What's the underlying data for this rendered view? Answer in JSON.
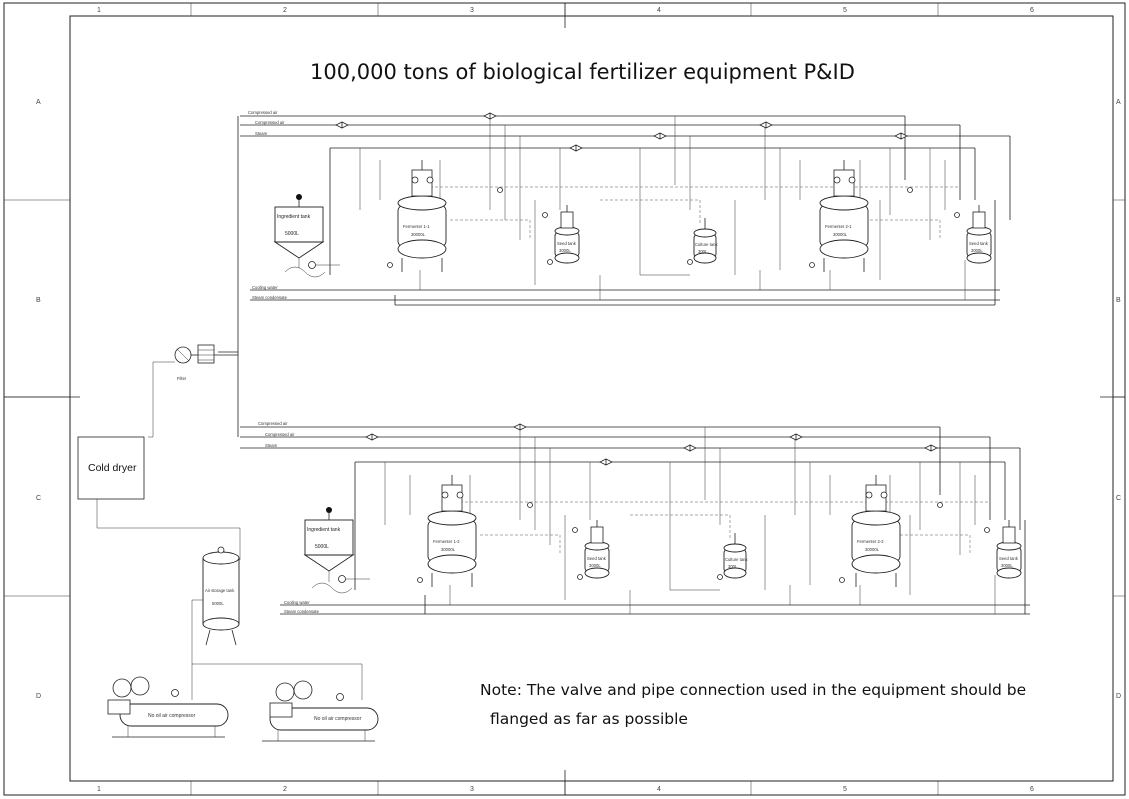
{
  "title": "100,000 tons of biological fertilizer equipment P&ID",
  "note_line1": "Note: The valve and pipe connection used in the equipment should be",
  "note_line2": "flanged as far as possible",
  "grid_columns": [
    "1",
    "2",
    "3",
    "4",
    "5",
    "6"
  ],
  "grid_rows": [
    "A",
    "B",
    "C",
    "D"
  ],
  "cold_dryer": "Cold dryer",
  "filter": "Filter",
  "air_storage_tank": {
    "name": "Air storage tank",
    "volume": "5000L"
  },
  "compressor_1": "No oil air compressor",
  "compressor_2": "No oil air compressor",
  "upper_line": {
    "ingredient_tank": {
      "name": "Ingredient tank",
      "volume": "5000L"
    },
    "header_labels": [
      "Compressed air",
      "Compressed air",
      "Steam"
    ],
    "bottom_labels": [
      "Cooling water",
      "Steam condensate"
    ],
    "vessels": [
      {
        "id": "fermenter-1-1",
        "name": "Fermenter 1-1",
        "volume": "30000L"
      },
      {
        "id": "seed-1-1",
        "name": "Seed tank",
        "volume": "3000L"
      },
      {
        "id": "mother-1-1",
        "name": "Culture tank",
        "volume": "300L"
      },
      {
        "id": "fermenter-2-1",
        "name": "Fermenter 2-1",
        "volume": "30000L"
      },
      {
        "id": "seed-2-1",
        "name": "Seed tank",
        "volume": "3000L"
      }
    ]
  },
  "lower_line": {
    "ingredient_tank": {
      "name": "Ingredient tank",
      "volume": "5000L"
    },
    "header_labels": [
      "Compressed air",
      "Compressed air",
      "Steam"
    ],
    "bottom_labels": [
      "Cooling water",
      "Steam condensate"
    ],
    "vessels": [
      {
        "id": "fermenter-1-2",
        "name": "Fermenter 1-2",
        "volume": "30000L"
      },
      {
        "id": "seed-1-2",
        "name": "Seed tank",
        "volume": "3000L"
      },
      {
        "id": "mother-1-2",
        "name": "Culture tank",
        "volume": "300L"
      },
      {
        "id": "fermenter-2-2",
        "name": "Fermenter 2-2",
        "volume": "30000L"
      },
      {
        "id": "seed-2-2",
        "name": "Seed tank",
        "volume": "3000L"
      }
    ]
  }
}
